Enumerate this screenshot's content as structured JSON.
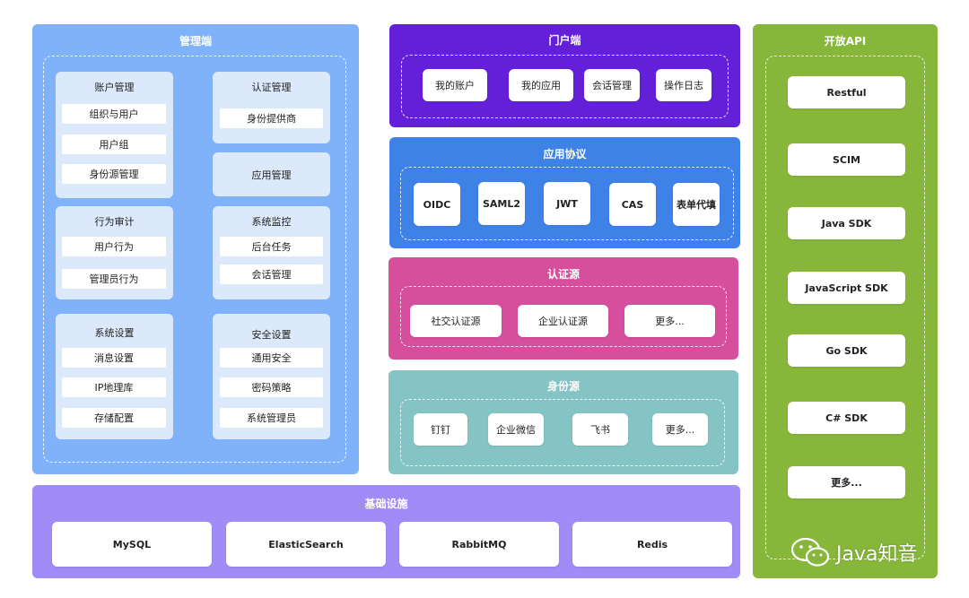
{
  "colors": {
    "admin": "#7fb2f9",
    "portal": "#6420d8",
    "protocol": "#3e82e8",
    "auth_source": "#d54f9d",
    "identity_source": "#85c4c4",
    "infra": "#a18bf7",
    "open_api": "#86b63a"
  },
  "admin": {
    "title": "管理端",
    "groups": [
      {
        "title": "账户管理",
        "items": [
          "组织与用户",
          "用户组",
          "身份源管理"
        ]
      },
      {
        "title": "认证管理",
        "items": [
          "身份提供商"
        ]
      },
      {
        "title": "应用管理",
        "items": []
      },
      {
        "title": "行为审计",
        "items": [
          "用户行为",
          "管理员行为"
        ]
      },
      {
        "title": "系统监控",
        "items": [
          "后台任务",
          "会话管理"
        ]
      },
      {
        "title": "系统设置",
        "items": [
          "消息设置",
          "IP地理库",
          "存储配置"
        ]
      },
      {
        "title": "安全设置",
        "items": [
          "通用安全",
          "密码策略",
          "系统管理员"
        ]
      }
    ]
  },
  "portal": {
    "title": "门户端",
    "items": [
      "我的账户",
      "我的应用",
      "会话管理",
      "操作日志"
    ]
  },
  "protocol": {
    "title": "应用协议",
    "items": [
      "OIDC",
      "SAML2",
      "JWT",
      "CAS",
      "表单代填"
    ]
  },
  "auth_source": {
    "title": "认证源",
    "items": [
      "社交认证源",
      "企业认证源",
      "更多..."
    ]
  },
  "identity_source": {
    "title": "身份源",
    "items": [
      "钉钉",
      "企业微信",
      "飞书",
      "更多..."
    ]
  },
  "infra": {
    "title": "基础设施",
    "items": [
      "MySQL",
      "ElasticSearch",
      "RabbitMQ",
      "Redis"
    ]
  },
  "open_api": {
    "title": "开放API",
    "items": [
      "Restful",
      "SCIM",
      "Java SDK",
      "JavaScript SDK",
      "Go SDK",
      "C# SDK",
      "更多..."
    ]
  },
  "watermark": {
    "text": "Java知音",
    "icon": "wechat-icon"
  }
}
